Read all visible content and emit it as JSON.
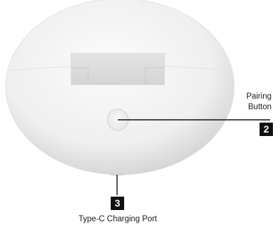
{
  "callouts": [
    {
      "number": "2",
      "label_line1": "Pairing",
      "label_line2": "Button"
    },
    {
      "number": "3",
      "label": "Type-C Charging Port"
    }
  ],
  "colors": {
    "case_body": "#f2f2f2",
    "case_shadow": "#d6d6d6",
    "window": "#dcdcdc",
    "leader_line": "#111111",
    "badge_bg": "#111111",
    "badge_text": "#ffffff"
  }
}
